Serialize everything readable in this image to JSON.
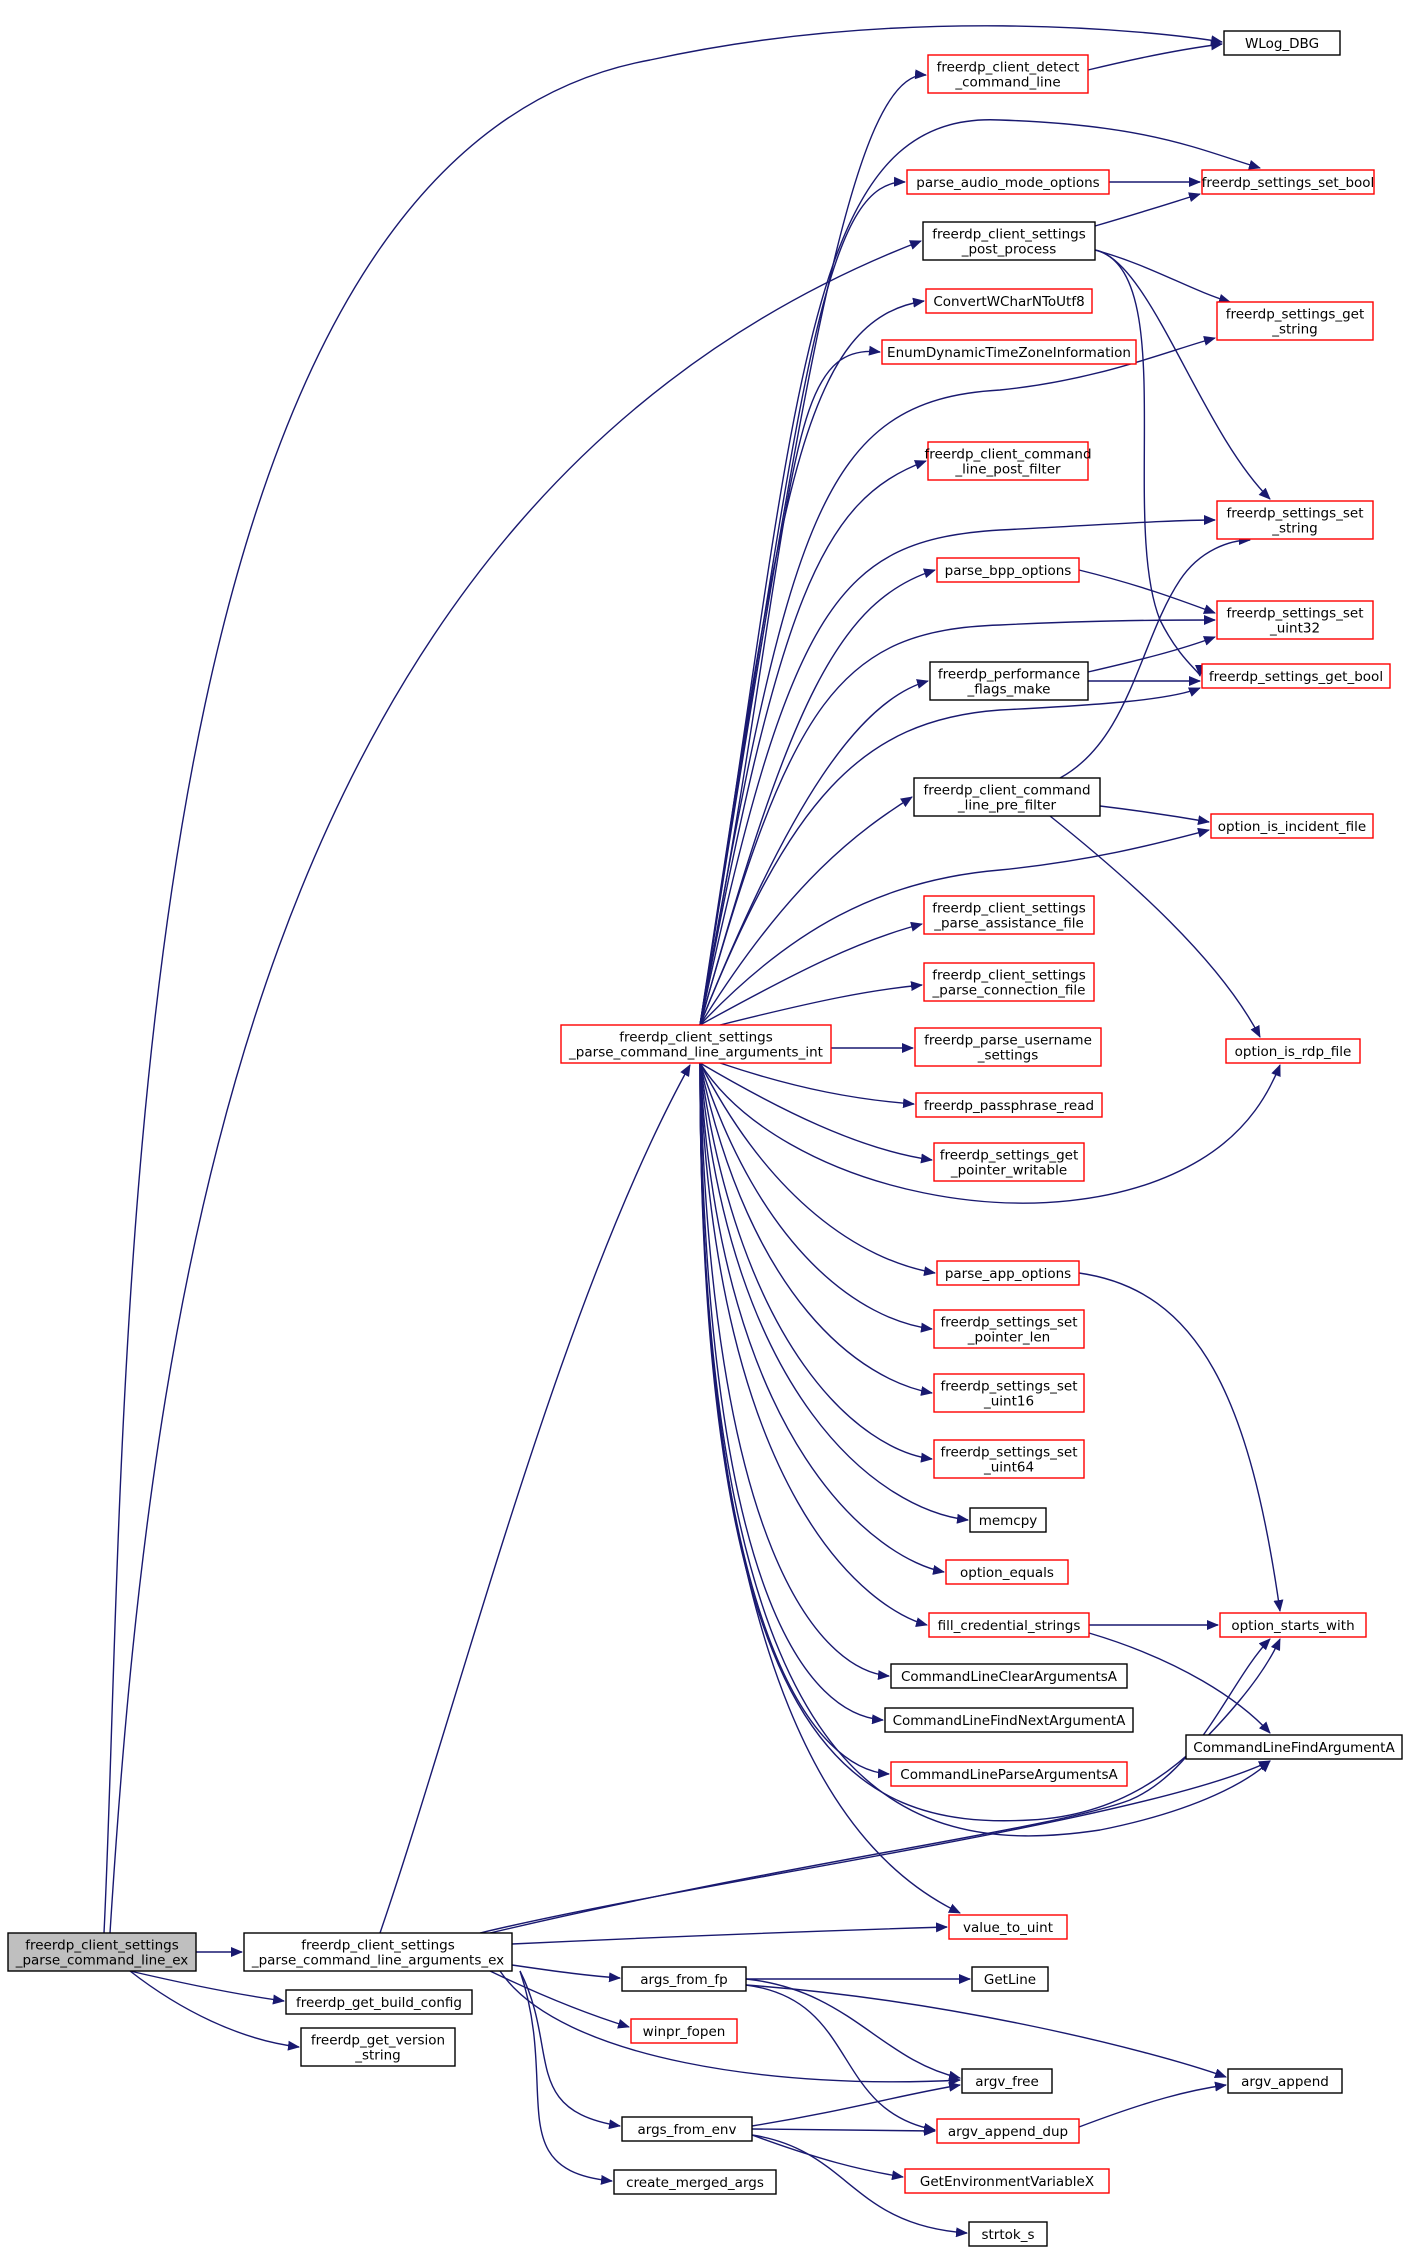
{
  "colors": {
    "edge": "#191970",
    "black_border": "#000000",
    "red_border": "#ff0000",
    "root_fill": "#bfbfbf",
    "node_fill": "#ffffff"
  },
  "nodes": {
    "root": [
      "freerdp_client_settings",
      "_parse_command_line_ex"
    ],
    "parse_ex": [
      "freerdp_client_settings",
      "_parse_command_line_arguments_ex"
    ],
    "build_config": [
      "freerdp_get_build_config"
    ],
    "version_string": [
      "freerdp_get_version",
      "_string"
    ],
    "parse_int": [
      "freerdp_client_settings",
      "_parse_command_line_arguments_int"
    ],
    "wlog": [
      "WLog_DBG"
    ],
    "detect": [
      "freerdp_client_detect",
      "_command_line"
    ],
    "audio": [
      "parse_audio_mode_options"
    ],
    "post_process": [
      "freerdp_client_settings",
      "_post_process"
    ],
    "convert": [
      "ConvertWCharNToUtf8"
    ],
    "enum_tz": [
      "EnumDynamicTimeZoneInformation"
    ],
    "post_filter": [
      "freerdp_client_command",
      "_line_post_filter"
    ],
    "bpp": [
      "parse_bpp_options"
    ],
    "perf": [
      "freerdp_performance",
      "_flags_make"
    ],
    "pre_filter": [
      "freerdp_client_command",
      "_line_pre_filter"
    ],
    "assist": [
      "freerdp_client_settings",
      "_parse_assistance_file"
    ],
    "conn_file": [
      "freerdp_client_settings",
      "_parse_connection_file"
    ],
    "username": [
      "freerdp_parse_username",
      "_settings"
    ],
    "passphrase": [
      "freerdp_passphrase_read"
    ],
    "ptr_writable": [
      "freerdp_settings_get",
      "_pointer_writable"
    ],
    "app_opts": [
      "parse_app_options"
    ],
    "ptr_len": [
      "freerdp_settings_set",
      "_pointer_len"
    ],
    "uint16": [
      "freerdp_settings_set",
      "_uint16"
    ],
    "uint64": [
      "freerdp_settings_set",
      "_uint64"
    ],
    "memcpy": [
      "memcpy"
    ],
    "opt_equals": [
      "option_equals"
    ],
    "fill_cred": [
      "fill_credential_strings"
    ],
    "clear_args": [
      "CommandLineClearArgumentsA"
    ],
    "find_next": [
      "CommandLineFindNextArgumentA"
    ],
    "parse_args": [
      "CommandLineParseArgumentsA"
    ],
    "set_bool": [
      "freerdp_settings_set_bool"
    ],
    "get_string": [
      "freerdp_settings_get",
      "_string"
    ],
    "set_string": [
      "freerdp_settings_set",
      "_string"
    ],
    "set_uint32": [
      "freerdp_settings_set",
      "_uint32"
    ],
    "get_bool": [
      "freerdp_settings_get_bool"
    ],
    "incident": [
      "option_is_incident_file"
    ],
    "rdp_file": [
      "option_is_rdp_file"
    ],
    "starts_with": [
      "option_starts_with"
    ],
    "find_arg": [
      "CommandLineFindArgumentA"
    ],
    "value_to_uint": [
      "value_to_uint"
    ],
    "args_fp": [
      "args_from_fp"
    ],
    "getline": [
      "GetLine"
    ],
    "winpr_fopen": [
      "winpr_fopen"
    ],
    "argv_free": [
      "argv_free"
    ],
    "argv_append": [
      "argv_append"
    ],
    "args_env": [
      "args_from_env"
    ],
    "argv_dup": [
      "argv_append_dup"
    ],
    "getenv": [
      "GetEnvironmentVariableX"
    ],
    "merged": [
      "create_merged_args"
    ],
    "strtok": [
      "strtok_s"
    ]
  }
}
